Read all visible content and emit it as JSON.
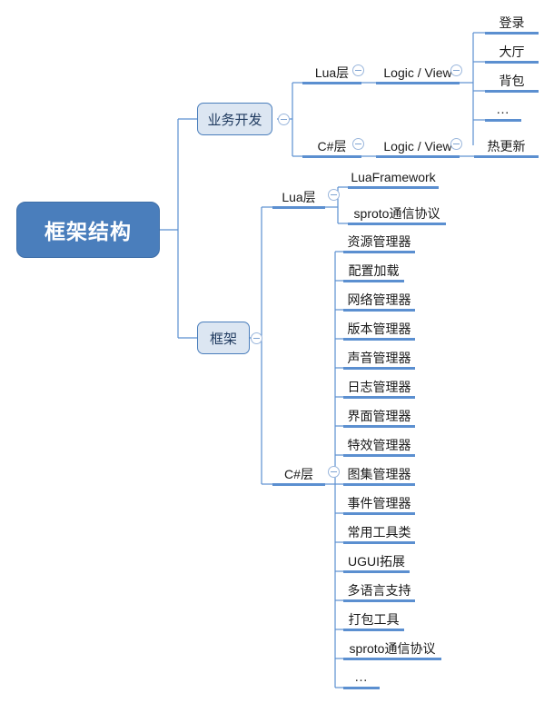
{
  "diagram": {
    "type": "mind-map",
    "title": "框架结构",
    "colors": {
      "root_fill": "#4a7ebc",
      "root_text": "#ffffff",
      "branch_fill": "#dce6f2",
      "branch_border": "#4a7ebc",
      "underline": "#5b8fd0",
      "connector": "#5b8fd0",
      "text": "#1a1a1a",
      "background": "#ffffff"
    },
    "root": {
      "label": "框架结构"
    },
    "branches": [
      {
        "label": "业务开发",
        "children": [
          {
            "label": "Lua层",
            "children": [
              {
                "label": "Logic / View",
                "children": [
                  {
                    "label": "登录"
                  },
                  {
                    "label": "大厅"
                  },
                  {
                    "label": "背包"
                  },
                  {
                    "label": "…"
                  }
                ]
              }
            ]
          },
          {
            "label": "C#层",
            "children": [
              {
                "label": "Logic / View",
                "children": [
                  {
                    "label": "热更新"
                  }
                ]
              }
            ]
          }
        ]
      },
      {
        "label": "框架",
        "children": [
          {
            "label": "Lua层",
            "children": [
              {
                "label": "LuaFramework"
              },
              {
                "label": "sproto通信协议"
              }
            ]
          },
          {
            "label": "C#层",
            "children": [
              {
                "label": "资源管理器"
              },
              {
                "label": "配置加载"
              },
              {
                "label": "网络管理器"
              },
              {
                "label": "版本管理器"
              },
              {
                "label": "声音管理器"
              },
              {
                "label": "日志管理器"
              },
              {
                "label": "界面管理器"
              },
              {
                "label": "特效管理器"
              },
              {
                "label": "图集管理器"
              },
              {
                "label": "事件管理器"
              },
              {
                "label": "常用工具类"
              },
              {
                "label": "UGUI拓展"
              },
              {
                "label": "多语言支持"
              },
              {
                "label": "打包工具"
              },
              {
                "label": "sproto通信协议"
              },
              {
                "label": "…"
              }
            ]
          }
        ]
      }
    ],
    "toggles": [
      {
        "name": "toggle-business-dev"
      },
      {
        "name": "toggle-lua-layer-top"
      },
      {
        "name": "toggle-logic-view-lua"
      },
      {
        "name": "toggle-csharp-layer-top"
      },
      {
        "name": "toggle-logic-view-csharp"
      },
      {
        "name": "toggle-framework"
      },
      {
        "name": "toggle-lua-layer-framework"
      },
      {
        "name": "toggle-csharp-layer-framework"
      }
    ]
  }
}
